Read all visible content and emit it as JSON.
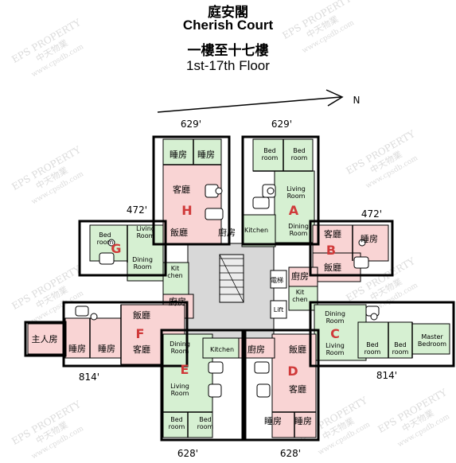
{
  "titles": {
    "name_zh": "庭安閣",
    "name_en": "Cherish Court",
    "floors_zh": "一樓至十七樓",
    "floors_en": "1st-17th Floor"
  },
  "north": "N",
  "watermark": {
    "line1": "EPS PROPERTY",
    "line2": "中天物業",
    "line3": "www.cpsdb.com"
  },
  "dimensions": {
    "top_left": "629'",
    "top_right": "629'",
    "left_upper": "472'",
    "right_upper": "472'",
    "left_lower": "814'",
    "right_lower": "814'",
    "bottom_left": "628'",
    "bottom_right": "628'"
  },
  "units": [
    "A",
    "B",
    "C",
    "D",
    "E",
    "F",
    "G",
    "H"
  ],
  "rooms": {
    "bedroom_zh": "睡房",
    "master_zh": "主人房",
    "living_zh": "客廳",
    "dining_zh": "飯廳",
    "kitchen_zh": "廚房",
    "bed_en": "Bed",
    "room_en": "room",
    "living_en": "Living",
    "dining_en": "Dining",
    "room_en_cap": "Room",
    "kitchen_en": "Kitchen",
    "kit_en": "Kit",
    "chen_en": "chen",
    "master_en": "Master",
    "bedroom_en": "Bedroom",
    "lift": "Lift",
    "lift_zh": "電梯"
  },
  "colors": {
    "pink": "#f9d4d4",
    "green": "#d6f0d2",
    "grey": "#d8d8d8",
    "wall": "#000000",
    "label_red": "#d03a3a"
  }
}
